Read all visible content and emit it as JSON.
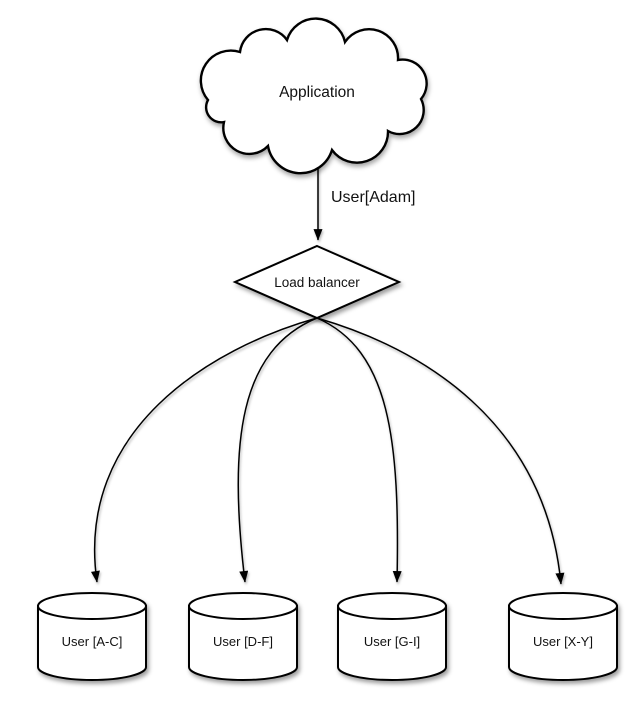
{
  "colors": {
    "line": "#000000",
    "shape_fill": "#ffffff",
    "text": "#111111",
    "background": "#ffffff"
  },
  "cloud": {
    "label": "Application"
  },
  "request_edge": {
    "label": "User[Adam]"
  },
  "load_balancer": {
    "label": "Load balancer"
  },
  "shards": [
    {
      "label": "User [A-C]"
    },
    {
      "label": "User [D-F]"
    },
    {
      "label": "User [G-I]"
    },
    {
      "label": "User [X-Y]"
    }
  ]
}
